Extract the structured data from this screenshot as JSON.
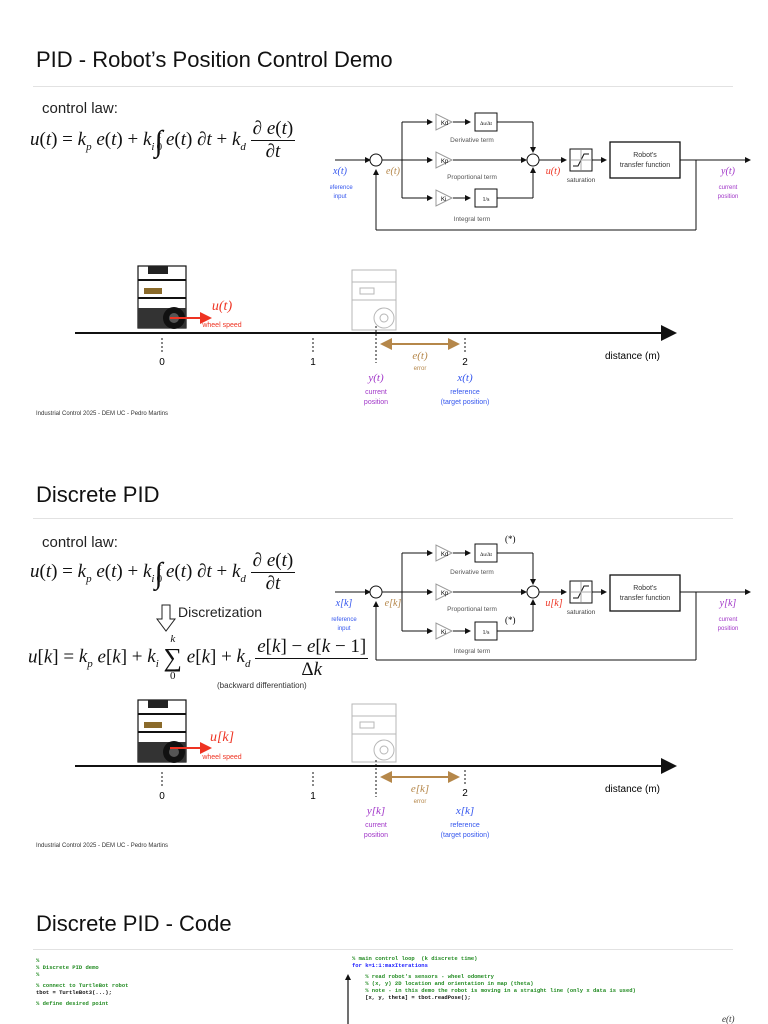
{
  "colors": {
    "reference": "#3355ee",
    "error": "#b5874a",
    "control": "#ee3322",
    "output": "#a035c8",
    "code_comment": "#228b22",
    "code_keyword": "#1a1aff"
  },
  "slide1": {
    "title": "PID - Robot’s Position Control Demo",
    "control_law_label": "control law:",
    "equation": "u(t) = k_p e(t) + k_i ∫₀ᵗ e(t) ∂t + k_d ∂e(t)/∂t",
    "diagram": {
      "input_symbol": "x(t)",
      "input_caption": [
        "reference",
        "input"
      ],
      "error_symbol": "e(t)",
      "kd_label": "Kd",
      "kp_label": "Kp",
      "ki_label": "Ki",
      "deriv_block": "Δu/Δt",
      "integ_block": "1/s",
      "derivative_term": "Derivative term",
      "proportional_term": "Proportional term",
      "integral_term": "Integral term",
      "control_symbol": "u(t)",
      "saturation": "saturation",
      "plant": [
        "Robot's",
        "transfer function"
      ],
      "output_symbol": "y(t)",
      "output_caption": [
        "current",
        "position"
      ]
    },
    "track": {
      "control_symbol": "u(t)",
      "wheel_speed": "wheel speed",
      "ticks": [
        "0",
        "1",
        "2"
      ],
      "axis_label": "distance (m)",
      "error_symbol": "e(t)",
      "error_caption": "error",
      "current_symbol": "y(t)",
      "current_caption": [
        "current",
        "position"
      ],
      "reference_symbol": "x(t)",
      "reference_caption": [
        "reference",
        "(target position)"
      ]
    },
    "footer": "Industrial Control 2025 - DEM UC - Pedro Martins"
  },
  "slide2": {
    "title": "Discrete PID",
    "control_law_label": "control law:",
    "equation": "u(t) = k_p e(t) + k_i ∫₀ᵗ e(t) ∂t + k_d ∂e(t)/∂t",
    "discretization": "Discretization",
    "discrete_equation": "u[k] = k_p e[k] + k_i Σ₀ᵏ e[k] + k_d (e[k] − e[k − 1])/Δk",
    "backward_note": "(backward differentiation)",
    "diagram": {
      "input_symbol": "x[k]",
      "input_caption": [
        "reference",
        "input"
      ],
      "error_symbol": "e[k]",
      "kd_label": "Kd",
      "kp_label": "Kp",
      "ki_label": "Ki",
      "deriv_block": "Δu/Δt",
      "integ_block": "1/s",
      "asterisk": "(*)",
      "derivative_term": "Derivative term",
      "proportional_term": "Proportional term",
      "integral_term": "Integral term",
      "control_symbol": "u[k]",
      "saturation": "saturation",
      "plant": [
        "Robot's",
        "transfer function"
      ],
      "output_symbol": "y[k]",
      "output_caption": [
        "current",
        "position"
      ]
    },
    "track": {
      "control_symbol": "u[k]",
      "wheel_speed": "wheel speed",
      "ticks": [
        "0",
        "1",
        "2"
      ],
      "axis_label": "distance (m)",
      "error_symbol": "e[k]",
      "error_caption": "error",
      "current_symbol": "y[k]",
      "current_caption": [
        "current",
        "position"
      ],
      "reference_symbol": "x[k]",
      "reference_caption": [
        "reference",
        "(target position)"
      ]
    },
    "footer": "Industrial Control 2025 - DEM UC - Pedro Martins"
  },
  "slide3": {
    "title": "Discrete PID - Code",
    "code_left": [
      {
        "t": "%",
        "c": "com"
      },
      {
        "t": "% Discrete PID demo",
        "c": "com"
      },
      {
        "t": "%",
        "c": "com"
      },
      {
        "t": "",
        "c": "txt"
      },
      {
        "t": "% connect to TurtleBot robot",
        "c": "com"
      },
      {
        "t": "tbot = TurtleBot3(...);",
        "c": "txt"
      },
      {
        "t": "",
        "c": "txt"
      },
      {
        "t": "% define desired point",
        "c": "com"
      }
    ],
    "code_right": [
      {
        "t": "% main control loop  (k discrete time)",
        "c": "com"
      },
      {
        "t": "for k=1:1:maxIterations",
        "c": "kw"
      },
      {
        "t": "",
        "c": "txt"
      },
      {
        "t": "    % read robot's sensors - wheel odometry",
        "c": "com"
      },
      {
        "t": "    % (x, y) 2D location and orientation in map (theta)",
        "c": "com"
      },
      {
        "t": "    % note - in this demo the robot is moving in a straight line (only x data is used)",
        "c": "com"
      },
      {
        "t": "    [x, y, theta] = tbot.readPose();",
        "c": "txt"
      }
    ],
    "margin_symbol": "e(t)"
  }
}
